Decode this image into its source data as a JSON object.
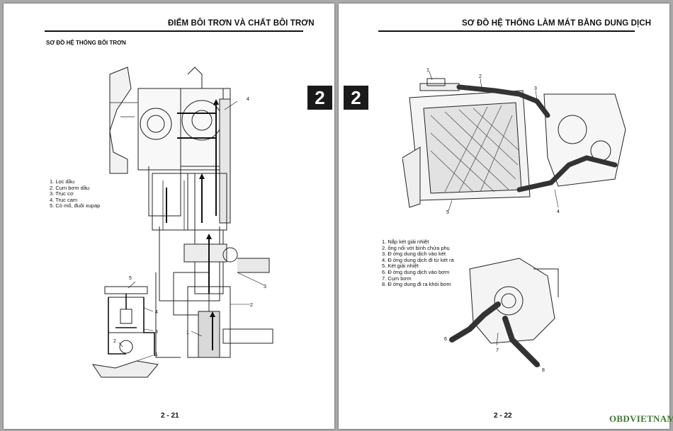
{
  "left_page": {
    "header": "ĐIỂM BÔI TRƠN VÀ CHẤT BÔI TRƠN",
    "subtitle": "SƠ ĐỒ HỆ THỐNG BÔI TRƠN",
    "chapter_tab": "2",
    "legend": [
      "1. Lọc dầu",
      "2. Cụm bơm dầu",
      "3. Trục cơ",
      "4. Trục cam",
      "5. Cò mổ, đuôi xupap"
    ],
    "callouts_main": [
      "4",
      "3",
      "2",
      "1"
    ],
    "callouts_inset": [
      "5",
      "4",
      "3",
      "2",
      "1"
    ],
    "page_number": "2 - 21"
  },
  "right_page": {
    "header": "SƠ ĐỒ HỆ THỐNG LÀM MÁT BẰNG DUNG DỊCH",
    "chapter_tab": "2",
    "legend": [
      "1. Nắp két giải nhiệt",
      "2. ống nối với bình chứa phụ",
      "3. Đ ờng dung dịch vào két",
      "4. Đ ờng dung dịch đi từ két ra",
      "5. Két giải nhiệt",
      "6. Đ ờng dung dịch vào bơm",
      "7. Cụm bơm",
      "8. Đ ờng dung đi ra khỏi bơm"
    ],
    "callouts_top": [
      "1",
      "2",
      "3",
      "4",
      "5"
    ],
    "callouts_bottom": [
      "6",
      "7",
      "8"
    ],
    "page_number": "2 - 22"
  },
  "watermark": "OBDVIETNAM"
}
